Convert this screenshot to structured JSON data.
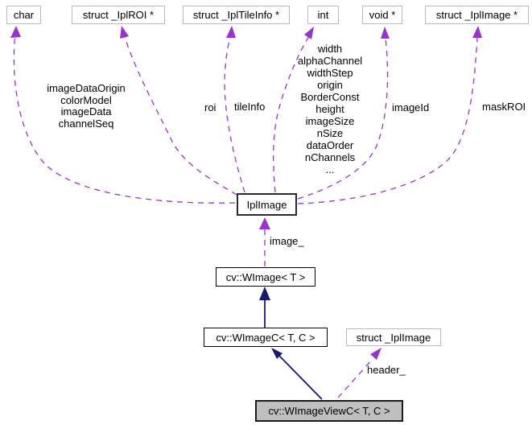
{
  "colors": {
    "usage_edge": "#9a32cd",
    "inheritance_edge": "#191970",
    "linked_node_border": "#000000",
    "plain_node_border": "#b9b9b9",
    "selected_node_fill": "#bfbfbf",
    "background": "#ffffff"
  },
  "nodes": {
    "char": {
      "label": "char"
    },
    "ipl_roi_ptr": {
      "label": "struct _IplROI *"
    },
    "ipl_tileinfo_ptr": {
      "label": "struct _IplTileInfo *"
    },
    "int": {
      "label": "int"
    },
    "void_ptr": {
      "label": "void *"
    },
    "ipl_image_ptr": {
      "label": "struct _IplImage *"
    },
    "ipl_image": {
      "label": "IplImage"
    },
    "wimage": {
      "label": "cv::WImage< T >"
    },
    "wimagec": {
      "label": "cv::WImageC< T, C >"
    },
    "struct_ipl_image": {
      "label": "struct _IplImage"
    },
    "wimage_viewc": {
      "label": "cv::WImageViewC< T, C >"
    }
  },
  "edge_labels": {
    "char_members": "imageDataOrigin\ncolorModel\nimageData\nchannelSeq",
    "roi": "roi",
    "tile_info": "tileInfo",
    "int_members": "width\nalphaChannel\nwidthStep\norigin\nBorderConst\nheight\nimageSize\nnSize\ndataOrder\nnChannels\n...",
    "image_id": "imageId",
    "mask_roi": "maskROI",
    "image": "image_",
    "header": "header_"
  }
}
